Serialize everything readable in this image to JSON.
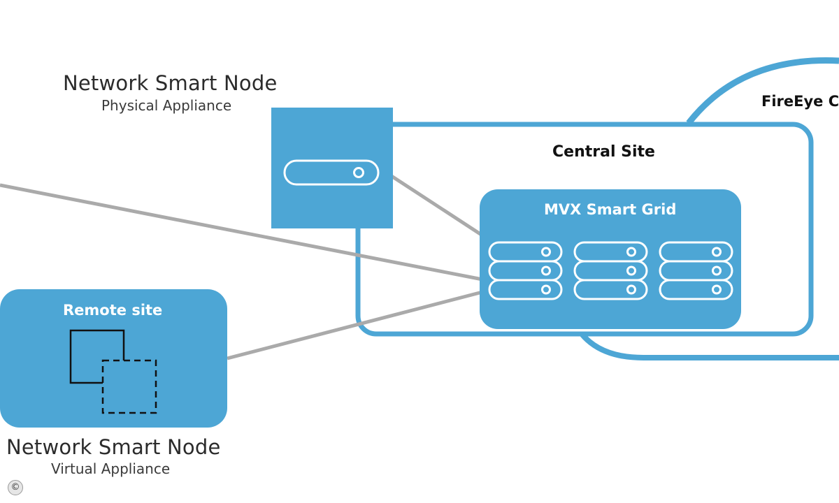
{
  "physical_node": {
    "title": "Network Smart Node",
    "subtitle": "Physical Appliance"
  },
  "virtual_node": {
    "title": "Network Smart Node",
    "subtitle": "Virtual Appliance"
  },
  "cloud": {
    "label": "FireEye Cl"
  },
  "central_site": {
    "label": "Central Site"
  },
  "grid": {
    "label": "MVX Smart Grid"
  },
  "remote_site": {
    "label": "Remote site"
  },
  "copyright": {
    "symbol": "©"
  },
  "colors": {
    "accent_blue": "#4da6d5",
    "connector_gray": "#aaaaaa",
    "white": "#ffffff"
  }
}
